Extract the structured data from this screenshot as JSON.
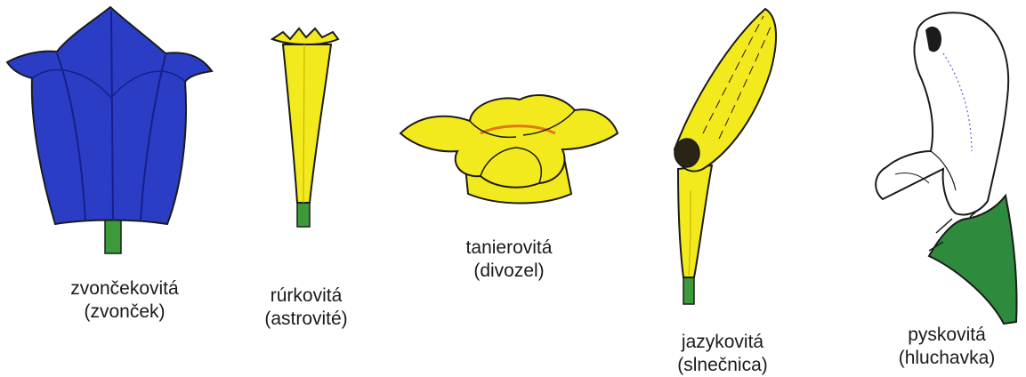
{
  "colors": {
    "bell_blue": "#2a3dc4",
    "bell_blue_dark": "#16208a",
    "yellow": "#f3ea1e",
    "yellow_dark": "#c9b800",
    "stem_green": "#3d9a3a",
    "calyx_green": "#2e8b3e",
    "orange_center": "#e07a10",
    "outline": "#1b1b1b",
    "white_petal": "#ffffff"
  },
  "flowers": [
    {
      "id": "bell",
      "shape_name": "zvončekovitá",
      "example": "(zvonček)",
      "icon": "bell-shaped-flower-icon"
    },
    {
      "id": "tube",
      "shape_name": "rúrkovitá",
      "example": "(astrovité)",
      "icon": "tubular-flower-icon"
    },
    {
      "id": "plate",
      "shape_name": "tanierovitá",
      "example": "(divozel)",
      "icon": "plate-shaped-flower-icon"
    },
    {
      "id": "tongue",
      "shape_name": "jazykovitá",
      "example": "(slnečnica)",
      "icon": "ligulate-flower-icon"
    },
    {
      "id": "lip",
      "shape_name": "pyskovitá",
      "example": "(hluchavka)",
      "icon": "lipped-flower-icon"
    }
  ]
}
